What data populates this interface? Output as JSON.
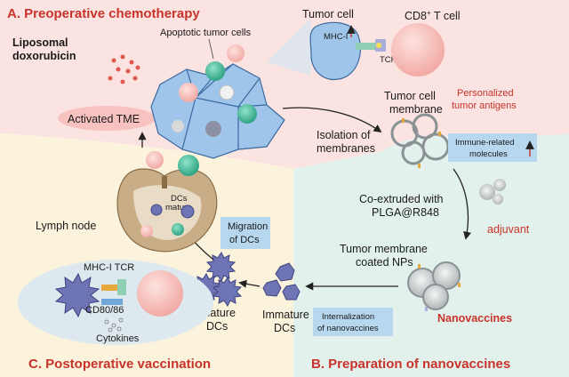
{
  "sections": {
    "a_title": "A. Preoperative chemotherapy",
    "b_title": "B. Preparation of nanovaccines",
    "c_title": "C. Postoperative vaccination"
  },
  "labels": {
    "liposomal_1": "Liposomal",
    "liposomal_2": "doxorubicin",
    "apoptotic": "Apoptotic tumor cells",
    "activated_tme": "Activated TME",
    "tumor_cell": "Tumor cell",
    "cd8_main": "CD8",
    "cd8_sup": "+",
    "cd8_tail": " T cell",
    "mhc1": "MHC-I",
    "tcr": "TCR",
    "tumor_membrane_1": "Tumor cell",
    "tumor_membrane_2": "membrane",
    "personalized_1": "Personalized",
    "personalized_2": "tumor antigens",
    "isolation_1": "Isolation of",
    "isolation_2": "membranes",
    "immune_1": "Immune-related",
    "immune_2": "molecules",
    "coextruded_1": "Co-extruded with",
    "coextruded_2": "PLGA@R848",
    "adjuvant": "adjuvant",
    "coated_1": "Tumor membrane",
    "coated_2": "coated NPs",
    "nanovaccines": "Nanovaccines",
    "internal_1": "Internalization",
    "internal_2": "of nanovaccines",
    "immature_1": "Immature",
    "immature_2": "DCs",
    "mature_1": "Mature",
    "mature_2": "DCs",
    "migration_1": "Migration",
    "migration_2": "of DCs",
    "lymph_node": "Lymph node",
    "dcs_mature_1": "DCs",
    "dcs_mature_2": "mature",
    "mhc_tcr": "MHC-I TCR",
    "cd80": "CD80/86",
    "cytokines": "Cytokines"
  },
  "colors": {
    "panel_a": "#fbe3e1",
    "panel_b": "#e3f1ec",
    "panel_c": "#fbf3dc",
    "tumor_blue": "#9fc6ea",
    "tcell_pink": "#f6c4c0",
    "teal": "#3fbf9c",
    "dc_purple": "#6f74b5",
    "lymph_tan": "#c9ad86",
    "accent_red": "#c8332b",
    "box_blue": "#b7d7ef"
  }
}
